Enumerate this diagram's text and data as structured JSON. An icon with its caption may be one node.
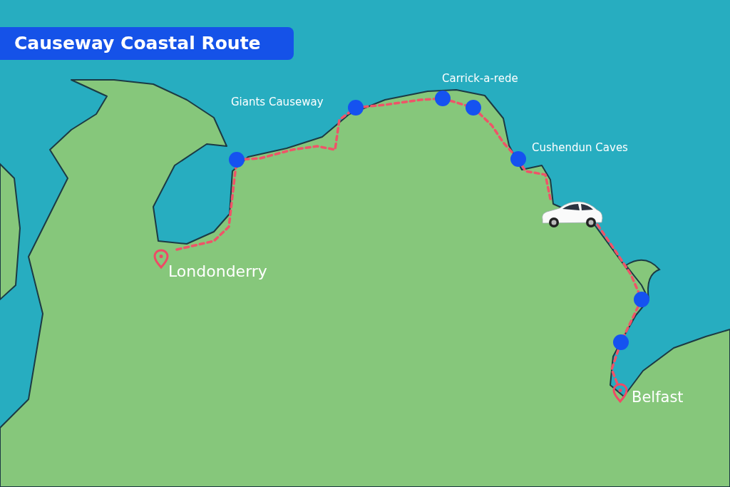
{
  "diagram": {
    "title": "Causeway Coastal Route",
    "nodes": [
      {
        "text": [
          "Londonderry"
        ]
      },
      {
        "text": [],
        "shape": "circle"
      },
      {
        "text": [],
        "shape": "circle",
        "beside": [
          "Giants Causeway"
        ]
      },
      {
        "text": [],
        "shape": "circle",
        "beside": [
          "Carrick-a-rede"
        ]
      },
      {
        "text": [],
        "shape": "circle"
      },
      {
        "text": [],
        "shape": "circle",
        "beside": [
          "Cushendun Caves"
        ]
      },
      {
        "text": [],
        "shape": "picture"
      },
      {
        "text": [],
        "shape": "circle"
      },
      {
        "text": [],
        "shape": "circle"
      },
      {
        "text": [
          "Belfast"
        ]
      }
    ],
    "edges": [
      {
        "from": 0,
        "to": 1,
        "arrow": "none",
        "style": "dashed"
      },
      {
        "from": 1,
        "to": 2,
        "arrow": "none",
        "style": "dashed"
      },
      {
        "from": 2,
        "to": 3,
        "arrow": "none",
        "style": "dashed"
      },
      {
        "from": 3,
        "to": 4,
        "arrow": "none",
        "style": "dashed"
      },
      {
        "from": 4,
        "to": 5,
        "arrow": "none",
        "style": "dashed"
      },
      {
        "from": 5,
        "to": 6,
        "arrow": "none",
        "style": "dashed"
      },
      {
        "from": 6,
        "to": 7,
        "arrow": "none",
        "style": "dashed"
      },
      {
        "from": 7,
        "to": 8,
        "arrow": "none",
        "style": "dashed"
      },
      {
        "from": 8,
        "to": 9,
        "arrow": "none",
        "style": "dashed"
      }
    ]
  }
}
